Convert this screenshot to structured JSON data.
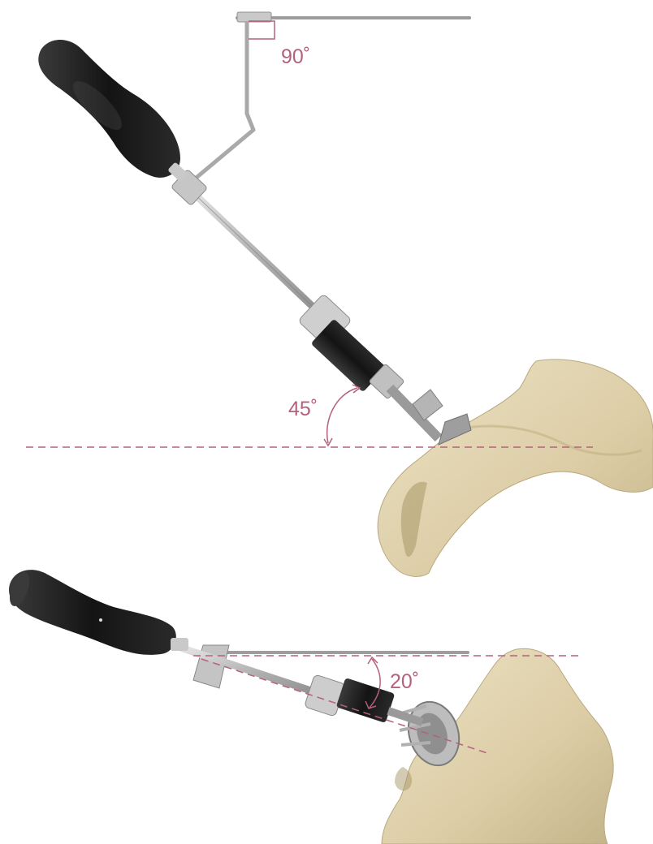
{
  "figure": {
    "angle_top_guide": "90˚",
    "angle_top_inclination": "45˚",
    "angle_bottom_anteversion": "20˚"
  },
  "colors": {
    "annotation": "#b5607f",
    "bone": "#e3d6b4",
    "bone_shadow": "#c7b88f",
    "steel": "#bdbdbd",
    "steel_dark": "#8a8a8a",
    "handle": "#1c1c1c"
  },
  "icons": [
    "handle-icon",
    "guide-rod-icon",
    "pelvis-bone-icon",
    "acetabular-cup-icon"
  ]
}
